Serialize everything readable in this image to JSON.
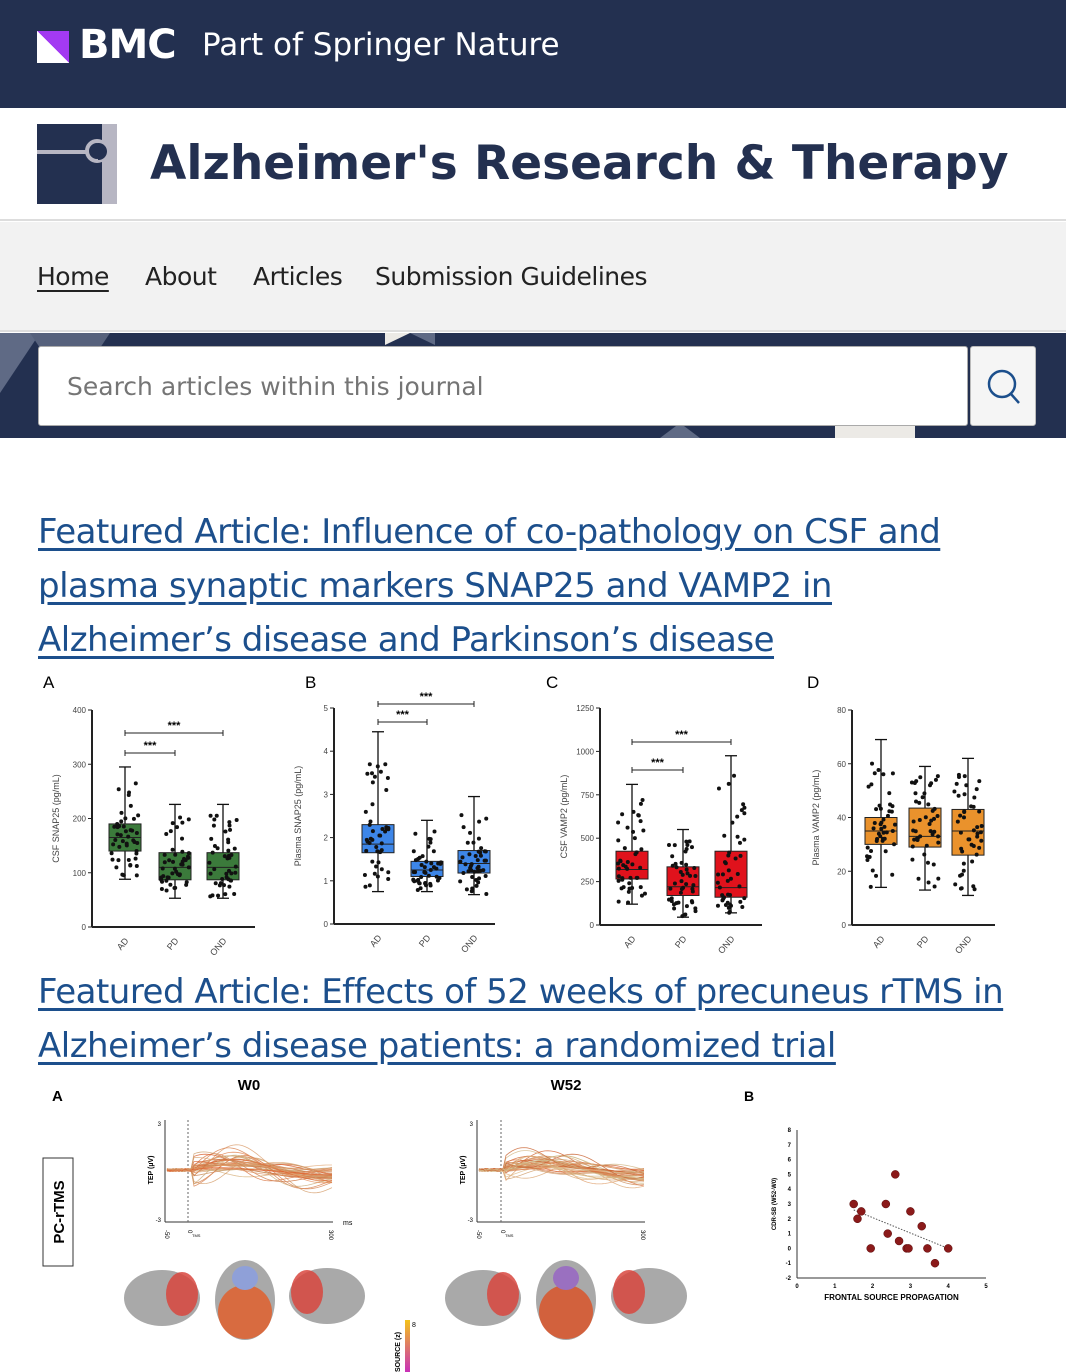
{
  "brand": {
    "name": "BMC",
    "tagline": "Part of Springer Nature"
  },
  "journal": {
    "title": "Alzheimer's Research & Therapy"
  },
  "nav": {
    "items": [
      {
        "label": "Home",
        "active": true
      },
      {
        "label": "About"
      },
      {
        "label": "Articles"
      },
      {
        "label": "Submission Guidelines"
      }
    ]
  },
  "search": {
    "placeholder": "Search articles within this journal",
    "icon": "search-icon"
  },
  "articles": [
    {
      "title": "Featured Article: Influence of co-pathology on CSF and plasma synaptic markers SNAP25 and VAMP2 in Alzheimer’s disease and Parkinson’s disease"
    },
    {
      "title": "Featured Article: Effects of 52 weeks of precuneus rTMS in Alzheimer’s disease patients: a randomized trial"
    }
  ],
  "chart_data": [
    {
      "type": "box",
      "panel": "A",
      "ylabel": "CSF SNAP25 (pg/mL)",
      "categories": [
        "AD",
        "PD",
        "OND"
      ],
      "yticks": [
        0,
        100,
        200,
        300,
        400
      ],
      "ylim": [
        0,
        400
      ],
      "color": "#3b7a3b",
      "boxes": [
        [
          88,
          140,
          165,
          190,
          295
        ],
        [
          53,
          87,
          110,
          137,
          226
        ],
        [
          53,
          87,
          110,
          137,
          226
        ]
      ],
      "significance": [
        {
          "from": "AD",
          "to": "PD",
          "label": "***"
        },
        {
          "from": "AD",
          "to": "OND",
          "label": "***"
        }
      ]
    },
    {
      "type": "box",
      "panel": "B",
      "ylabel": "Plasma SNAP25 (pg/mL)",
      "categories": [
        "AD",
        "PD",
        "OND"
      ],
      "yticks": [
        0,
        1,
        2,
        3,
        4,
        5
      ],
      "ylim": [
        0,
        5
      ],
      "color": "#3d86e8",
      "boxes": [
        [
          0.75,
          1.65,
          1.85,
          2.3,
          4.45
        ],
        [
          0.75,
          1.1,
          1.25,
          1.45,
          2.4
        ],
        [
          0.68,
          1.18,
          1.4,
          1.7,
          2.95
        ]
      ],
      "significance": [
        {
          "from": "AD",
          "to": "PD",
          "label": "***"
        },
        {
          "from": "AD",
          "to": "OND",
          "label": "***"
        }
      ]
    },
    {
      "type": "box",
      "panel": "C",
      "ylabel": "CSF VAMP2 (pg/mL)",
      "categories": [
        "AD",
        "PD",
        "OND"
      ],
      "yticks": [
        0,
        250,
        500,
        750,
        1000,
        1250
      ],
      "ylim": [
        0,
        1250
      ],
      "color": "#e0121c",
      "boxes": [
        [
          120,
          265,
          320,
          425,
          810
        ],
        [
          45,
          170,
          220,
          335,
          550
        ],
        [
          70,
          160,
          215,
          425,
          975
        ]
      ],
      "significance": [
        {
          "from": "AD",
          "to": "PD",
          "label": "***"
        },
        {
          "from": "AD",
          "to": "OND",
          "label": "***"
        }
      ]
    },
    {
      "type": "box",
      "panel": "D",
      "ylabel": "Plasma VAMP2 (pg/mL)",
      "categories": [
        "AD",
        "PD",
        "OND"
      ],
      "yticks": [
        0,
        20,
        40,
        60,
        80
      ],
      "ylim": [
        0,
        80
      ],
      "color": "#ea922c",
      "boxes": [
        [
          14,
          30,
          35,
          40,
          69
        ],
        [
          13,
          29,
          33,
          43.5,
          59
        ],
        [
          11,
          26,
          35,
          43,
          62
        ]
      ],
      "significance": []
    },
    {
      "type": "line",
      "panel": "A",
      "row_label": "PC-rTMS",
      "titles": [
        "W0",
        "W52"
      ],
      "ylabel": "TEP (µV)",
      "yticks": [
        "3",
        "-3"
      ],
      "xticks": [
        "-50",
        "0",
        "300"
      ],
      "tms_label": "TMS",
      "xunit": "ms",
      "colorbar": {
        "max": "8",
        "label": "SOURCE (z)"
      }
    },
    {
      "type": "scatter",
      "panel": "B",
      "xlabel": "FRONTAL SOURCE PROPAGATION",
      "ylabel": "CDR-SB (W52-W0)",
      "xlim": [
        0,
        5
      ],
      "ylim": [
        -2,
        8
      ],
      "xticks": [
        0,
        1,
        2,
        3,
        4,
        5
      ],
      "yticks": [
        -2,
        -1,
        0,
        1,
        2,
        3,
        4,
        5,
        6,
        7,
        8
      ],
      "points": [
        [
          1.5,
          3
        ],
        [
          1.6,
          2
        ],
        [
          1.7,
          2.5
        ],
        [
          1.95,
          0
        ],
        [
          2.35,
          3
        ],
        [
          2.4,
          1
        ],
        [
          2.6,
          5
        ],
        [
          2.7,
          0.5
        ],
        [
          2.9,
          0
        ],
        [
          2.95,
          0
        ],
        [
          3.0,
          2.5
        ],
        [
          3.3,
          1.5
        ],
        [
          3.45,
          0
        ],
        [
          3.65,
          -1
        ],
        [
          4.0,
          0
        ]
      ],
      "trend": [
        [
          1.5,
          2.6
        ],
        [
          4.0,
          0
        ]
      ],
      "color": "#8b1a1a"
    }
  ]
}
